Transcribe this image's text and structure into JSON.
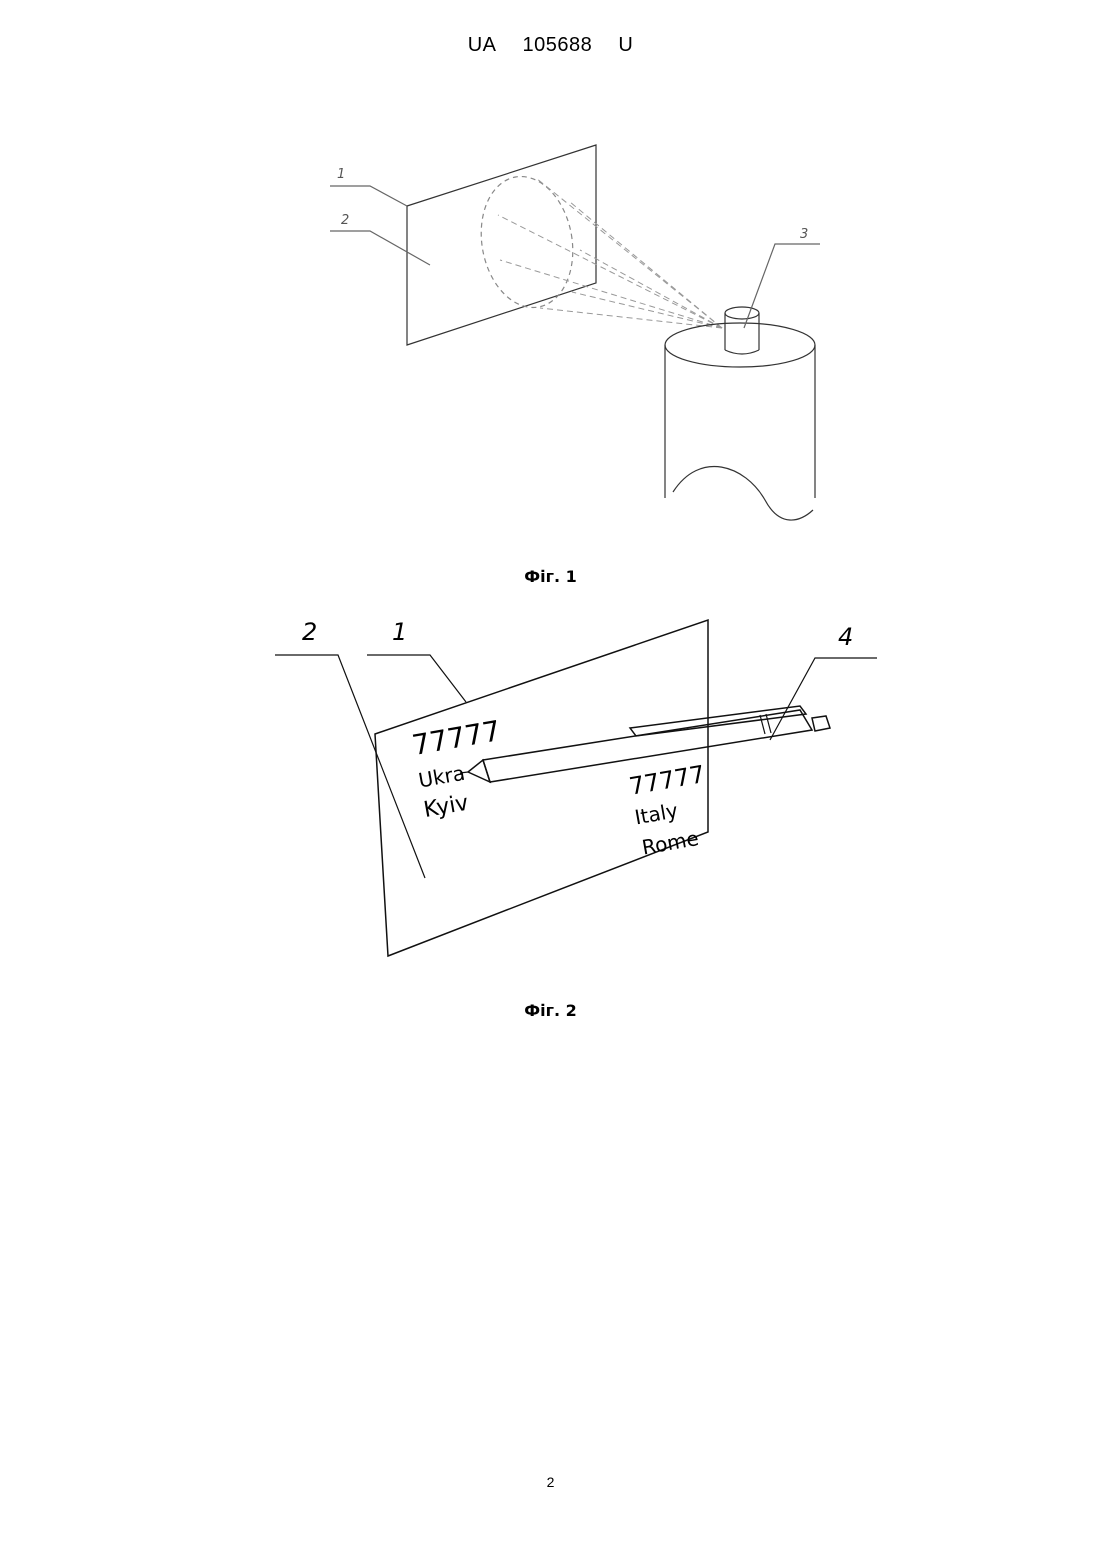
{
  "header": {
    "country": "UA",
    "number": "105688",
    "kind": "U"
  },
  "figure1": {
    "caption": "Фіг. 1",
    "labels": [
      "1",
      "2",
      "3"
    ]
  },
  "figure2": {
    "caption": "Фіг. 2",
    "labels": [
      "2",
      "1",
      "4"
    ],
    "card_left": {
      "code": "77777",
      "line1": "Ukra",
      "line2": "Kyiv"
    },
    "card_right": {
      "code": "77777",
      "line1": "Italy",
      "line2": "Rome"
    }
  },
  "page_number": "2"
}
